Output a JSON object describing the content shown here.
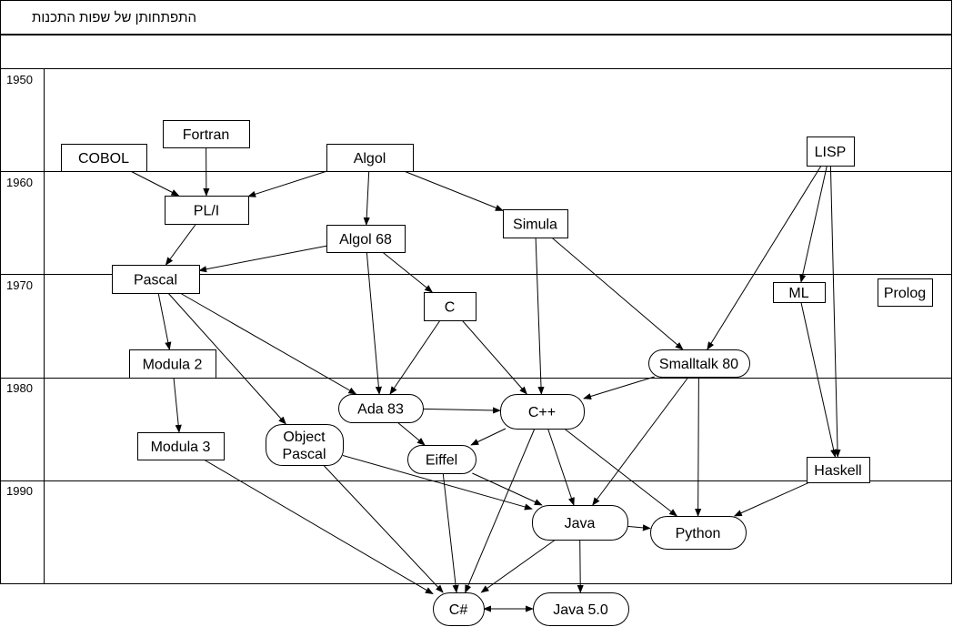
{
  "title": "התפתחותן של שפות התכנות",
  "years": [
    "1950",
    "1960",
    "1970",
    "1980",
    "1990"
  ],
  "nodes": [
    {
      "id": "cobol",
      "lines": [
        "COBOL"
      ],
      "shape": "rect"
    },
    {
      "id": "fortran",
      "lines": [
        "Fortran"
      ],
      "shape": "rect"
    },
    {
      "id": "algol",
      "lines": [
        "Algol"
      ],
      "shape": "rect"
    },
    {
      "id": "lisp",
      "lines": [
        "LISP"
      ],
      "shape": "rect"
    },
    {
      "id": "pli",
      "lines": [
        "PL/I"
      ],
      "shape": "rect"
    },
    {
      "id": "algol68",
      "lines": [
        "Algol 68"
      ],
      "shape": "rect"
    },
    {
      "id": "simula",
      "lines": [
        "Simula"
      ],
      "shape": "rect"
    },
    {
      "id": "pascal",
      "lines": [
        "Pascal"
      ],
      "shape": "rect"
    },
    {
      "id": "c",
      "lines": [
        "C"
      ],
      "shape": "rect"
    },
    {
      "id": "ml",
      "lines": [
        "ML"
      ],
      "shape": "rect"
    },
    {
      "id": "prolog",
      "lines": [
        "Prolog"
      ],
      "shape": "rect"
    },
    {
      "id": "modula2",
      "lines": [
        "Modula 2"
      ],
      "shape": "rect"
    },
    {
      "id": "smalltalk80",
      "lines": [
        "Smalltalk 80"
      ],
      "shape": "pill"
    },
    {
      "id": "ada83",
      "lines": [
        "Ada 83"
      ],
      "shape": "pill"
    },
    {
      "id": "cpp",
      "lines": [
        "C++"
      ],
      "shape": "pill"
    },
    {
      "id": "modula3",
      "lines": [
        "Modula 3"
      ],
      "shape": "rect"
    },
    {
      "id": "objectpascal",
      "lines": [
        "Object",
        "Pascal"
      ],
      "shape": "pill"
    },
    {
      "id": "eiffel",
      "lines": [
        "Eiffel"
      ],
      "shape": "pill"
    },
    {
      "id": "haskell",
      "lines": [
        "Haskell"
      ],
      "shape": "rect"
    },
    {
      "id": "java",
      "lines": [
        "Java"
      ],
      "shape": "pill"
    },
    {
      "id": "python",
      "lines": [
        "Python"
      ],
      "shape": "pill"
    },
    {
      "id": "csharp",
      "lines": [
        "C#"
      ],
      "shape": "pill"
    },
    {
      "id": "java5",
      "lines": [
        "Java 5.0"
      ],
      "shape": "pill"
    }
  ],
  "edges": [
    {
      "from": "cobol",
      "to": "pli"
    },
    {
      "from": "fortran",
      "to": "pli"
    },
    {
      "from": "algol",
      "to": "pli"
    },
    {
      "from": "algol",
      "to": "algol68"
    },
    {
      "from": "algol",
      "to": "simula"
    },
    {
      "from": "pli",
      "to": "pascal"
    },
    {
      "from": "algol68",
      "to": "pascal"
    },
    {
      "from": "algol68",
      "to": "c"
    },
    {
      "from": "algol68",
      "to": "ada83"
    },
    {
      "from": "pascal",
      "to": "modula2"
    },
    {
      "from": "pascal",
      "to": "ada83"
    },
    {
      "from": "pascal",
      "to": "objectpascal"
    },
    {
      "from": "simula",
      "to": "smalltalk80"
    },
    {
      "from": "simula",
      "to": "cpp"
    },
    {
      "from": "lisp",
      "to": "smalltalk80"
    },
    {
      "from": "lisp",
      "to": "ml"
    },
    {
      "from": "lisp",
      "to": "haskell"
    },
    {
      "from": "ml",
      "to": "haskell"
    },
    {
      "from": "c",
      "to": "ada83"
    },
    {
      "from": "c",
      "to": "cpp"
    },
    {
      "from": "modula2",
      "to": "modula3"
    },
    {
      "from": "smalltalk80",
      "to": "cpp"
    },
    {
      "from": "smalltalk80",
      "to": "java"
    },
    {
      "from": "smalltalk80",
      "to": "python"
    },
    {
      "from": "ada83",
      "to": "cpp"
    },
    {
      "from": "ada83",
      "to": "eiffel"
    },
    {
      "from": "cpp",
      "to": "eiffel"
    },
    {
      "from": "cpp",
      "to": "java"
    },
    {
      "from": "cpp",
      "to": "python"
    },
    {
      "from": "cpp",
      "to": "csharp"
    },
    {
      "from": "objectpascal",
      "to": "java"
    },
    {
      "from": "objectpascal",
      "to": "csharp"
    },
    {
      "from": "eiffel",
      "to": "java"
    },
    {
      "from": "eiffel",
      "to": "csharp"
    },
    {
      "from": "modula3",
      "to": "csharp"
    },
    {
      "from": "haskell",
      "to": "python"
    },
    {
      "from": "java",
      "to": "python"
    },
    {
      "from": "java",
      "to": "csharp"
    },
    {
      "from": "java",
      "to": "java5"
    },
    {
      "from": "csharp",
      "to": "java5"
    },
    {
      "from": "java5",
      "to": "csharp"
    }
  ]
}
